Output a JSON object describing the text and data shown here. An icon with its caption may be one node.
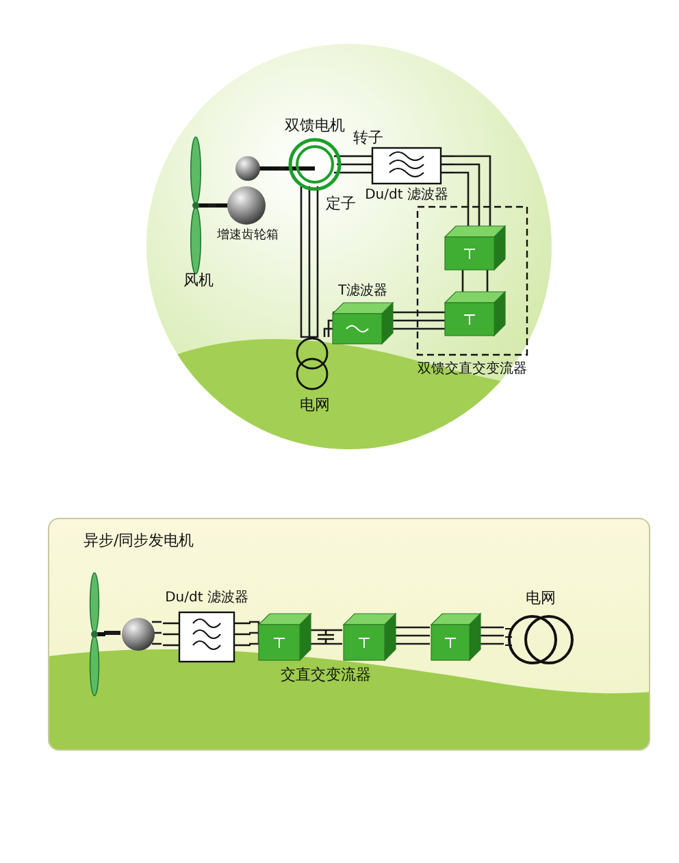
{
  "diagram": {
    "nodes": [
      {
        "text": [
          "风机"
        ]
      },
      {
        "text": [
          "增速齿轮箱"
        ]
      },
      {
        "text": [
          "双馈电机"
        ]
      },
      {
        "text": [
          "Du/dt 滤波器"
        ]
      },
      {
        "text": [
          "双馈交直交变流器"
        ]
      },
      {
        "text": [],
        "shape": "box",
        "in": 4
      },
      {
        "text": [],
        "shape": "box",
        "in": 4
      },
      {
        "text": [
          "T滤波器"
        ]
      },
      {
        "text": [
          "电网"
        ]
      },
      {
        "text": [
          "异步/同步发电机"
        ]
      },
      {
        "text": [],
        "shape": "picture",
        "in": 9
      },
      {
        "text": [],
        "shape": "circle",
        "in": 9
      },
      {
        "text": [
          "Du/dt 滤波器"
        ],
        "in": 9
      },
      {
        "text": [],
        "shape": "box",
        "in": 9
      },
      {
        "text": [],
        "shape": "box",
        "in": 9
      },
      {
        "text": [],
        "shape": "box",
        "in": 9
      },
      {
        "text": [
          "电网"
        ],
        "in": 9
      }
    ],
    "edges": [
      {
        "from": 0,
        "to": 1,
        "arrow": "none",
        "style": "thick"
      },
      {
        "from": 1,
        "to": 2,
        "arrow": "none",
        "style": "thick"
      },
      {
        "from": 2,
        "to": 3,
        "arrow": "none"
      },
      {
        "from": 3,
        "to": 5,
        "arrow": "none"
      },
      {
        "from": 5,
        "to": 6,
        "arrow": "none"
      },
      {
        "from": 6,
        "to": 7,
        "arrow": "none"
      },
      {
        "from": 7,
        "to": 8,
        "arrow": "none"
      },
      {
        "from": 2,
        "to": 8,
        "arrow": "none"
      },
      {
        "from": 10,
        "to": 11,
        "arrow": "none",
        "style": "thick"
      },
      {
        "from": 11,
        "to": 12,
        "arrow": "none"
      },
      {
        "from": 12,
        "to": 13,
        "arrow": "none"
      },
      {
        "from": 13,
        "to": 14,
        "arrow": "none"
      },
      {
        "from": 14,
        "to": 15,
        "arrow": "none"
      },
      {
        "from": 15,
        "to": 16,
        "arrow": "none"
      }
    ],
    "labels": [
      "转子",
      "定子",
      "交直交变流器"
    ]
  }
}
